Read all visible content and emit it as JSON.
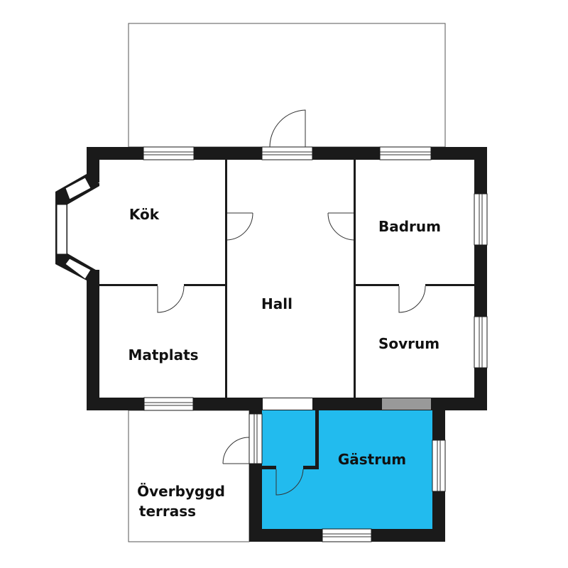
{
  "rooms": {
    "kitchen": "Kök",
    "hall": "Hall",
    "bathroom": "Badrum",
    "bedroom": "Sovrum",
    "dining": "Matplats",
    "guestroom": "Gästrum",
    "terrace_line1": "Överbyggd",
    "terrace_line2": "terrass"
  },
  "colors": {
    "highlight": "#22bbee",
    "wall": "#1a1a1a",
    "blocked_window": "#999999"
  }
}
